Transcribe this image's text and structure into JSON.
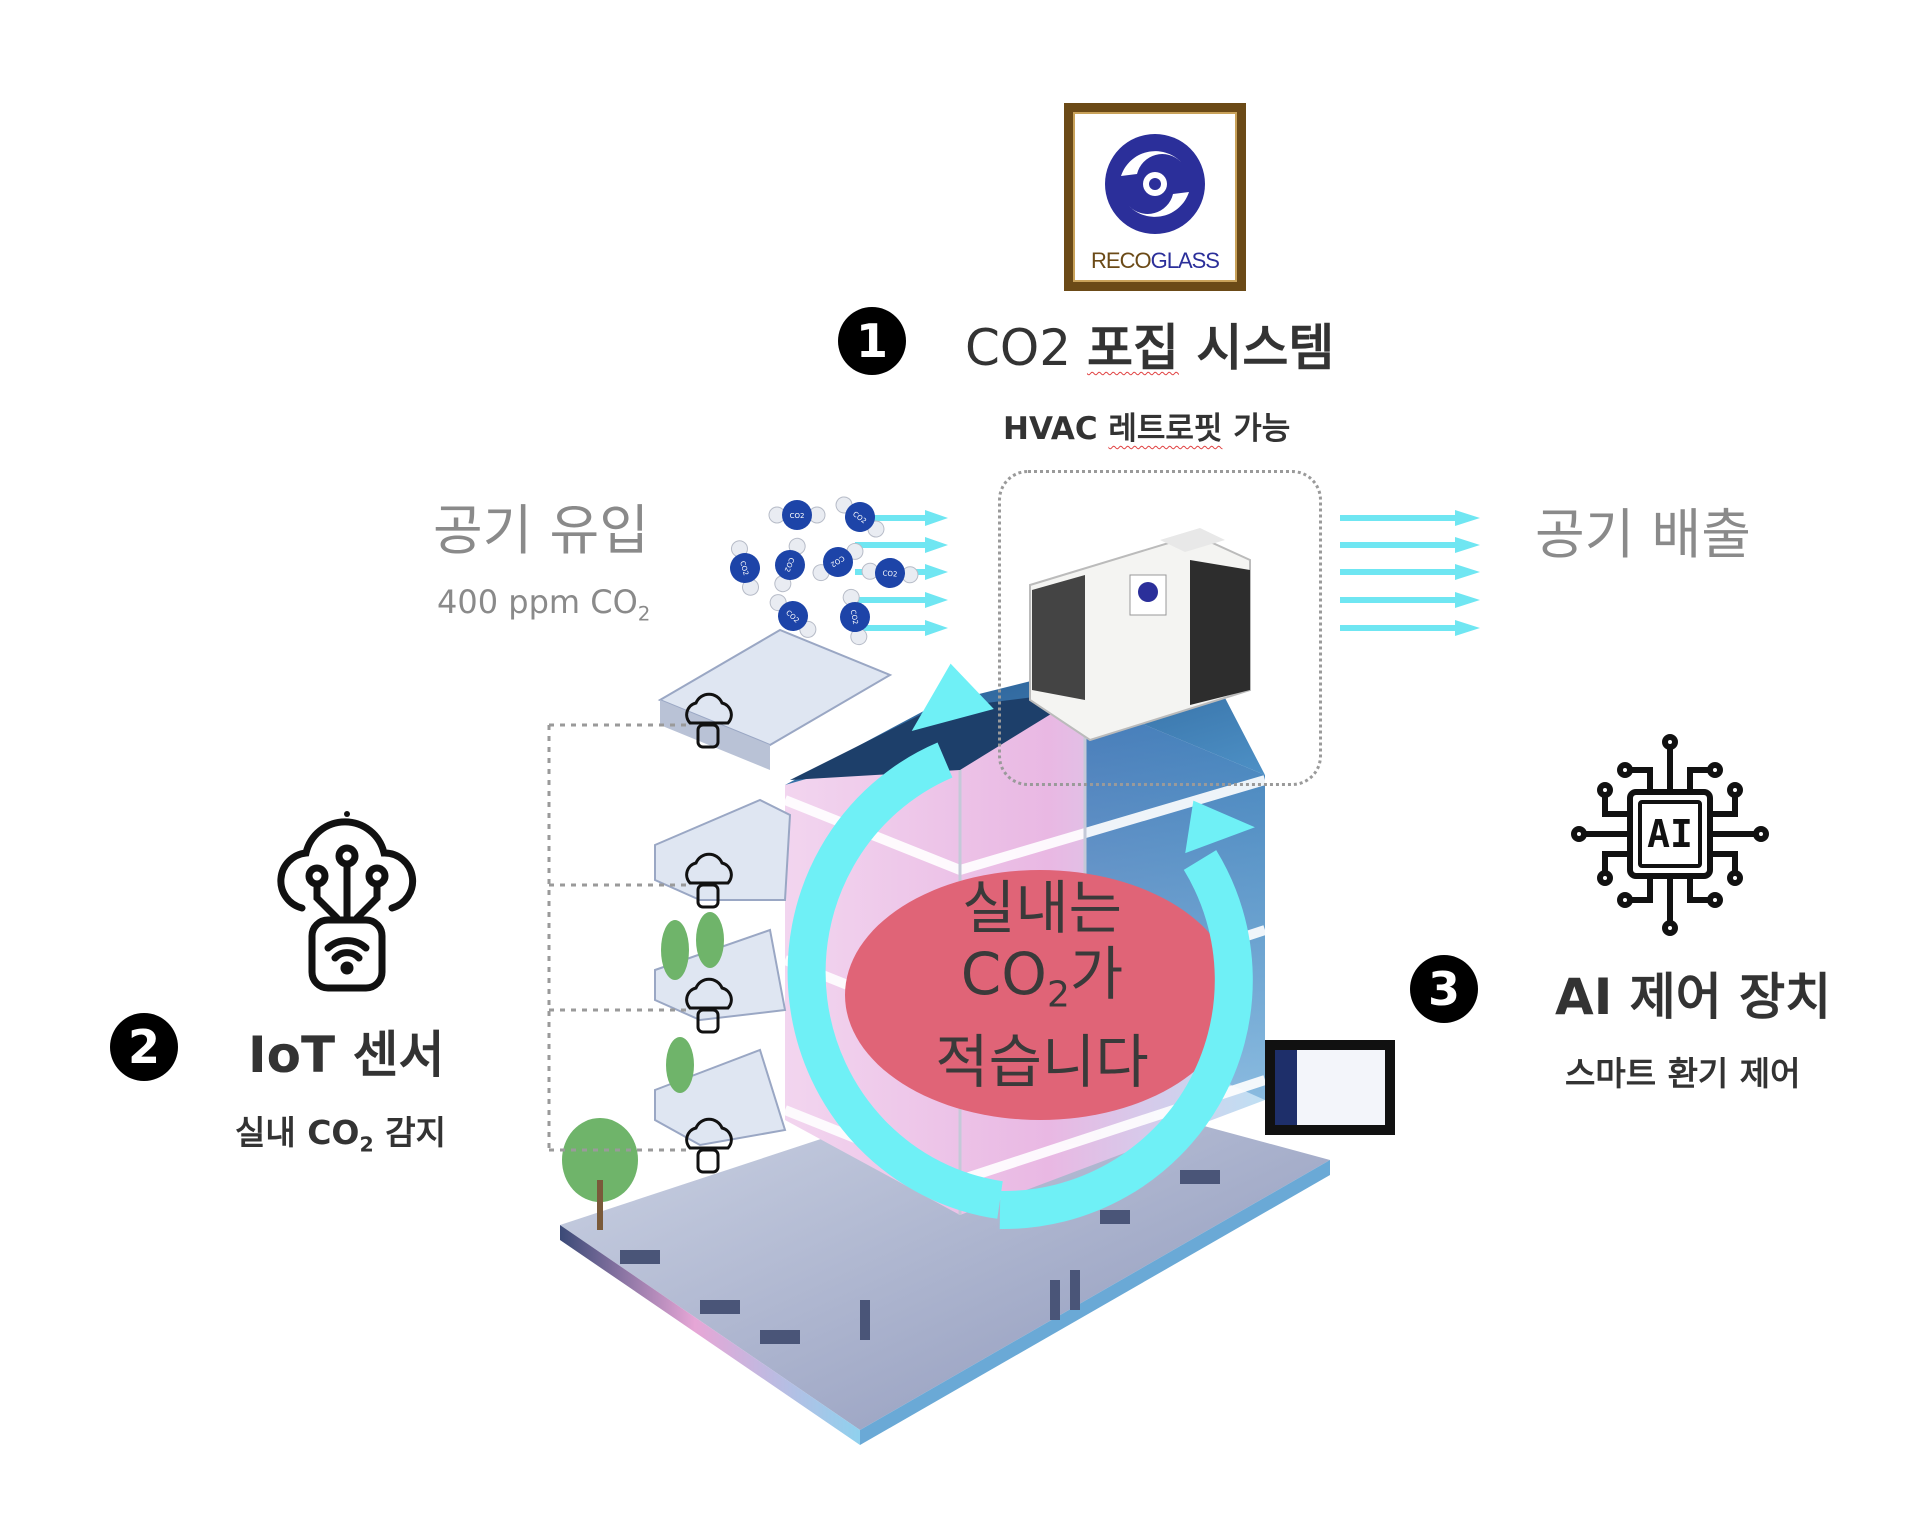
{
  "logo": {
    "text_a": "RECO",
    "text_b": "GLASS"
  },
  "step1": {
    "number": "1",
    "title_a": "CO2 ",
    "title_b": "포집",
    "title_c": " 시스템",
    "sub_a": "HVAC ",
    "sub_b": "레트로핏",
    "sub_c": " 가능"
  },
  "inflow": {
    "title": "공기 유입",
    "concentration": "400 ppm CO",
    "subscript": "2"
  },
  "outflow": {
    "title": "공기 배출"
  },
  "step2": {
    "number": "2",
    "title": "IoT 센서",
    "sub_a": "실내 CO",
    "subscript": "2",
    "sub_b": " 감지"
  },
  "step3": {
    "number": "3",
    "title": "AI 제어 장치",
    "sub": "스마트 환기 제어"
  },
  "ai_chip": {
    "label": "AI"
  },
  "center": {
    "line1": "실내는",
    "line2_a": "CO",
    "line2_sub": "2",
    "line2_b": "가",
    "line3": "적습니다"
  },
  "molecule": {
    "label": "CO2"
  },
  "colors": {
    "arrow": "#6ff0f6",
    "oval": "#e06477",
    "logo_frame": "#6b4a17",
    "logo_blue": "#2b2f9a"
  }
}
